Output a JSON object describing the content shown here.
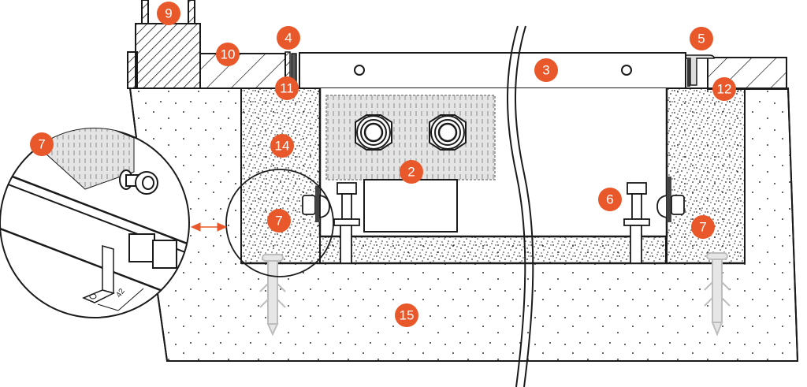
{
  "diagram": {
    "title": "Trench convector installation cross-section",
    "accent_color": "#e8582a",
    "line_color": "#1a1a1a",
    "callouts": [
      {
        "id": "9",
        "label": "9"
      },
      {
        "id": "10",
        "label": "10"
      },
      {
        "id": "4",
        "label": "4"
      },
      {
        "id": "11",
        "label": "11"
      },
      {
        "id": "3",
        "label": "3"
      },
      {
        "id": "5",
        "label": "5"
      },
      {
        "id": "12",
        "label": "12"
      },
      {
        "id": "14",
        "label": "14"
      },
      {
        "id": "2",
        "label": "2"
      },
      {
        "id": "7a",
        "label": "7"
      },
      {
        "id": "7b",
        "label": "7"
      },
      {
        "id": "7c",
        "label": "7"
      },
      {
        "id": "6",
        "label": "6"
      },
      {
        "id": "15",
        "label": "15"
      }
    ],
    "inset": {
      "dimension_label": "42"
    }
  }
}
